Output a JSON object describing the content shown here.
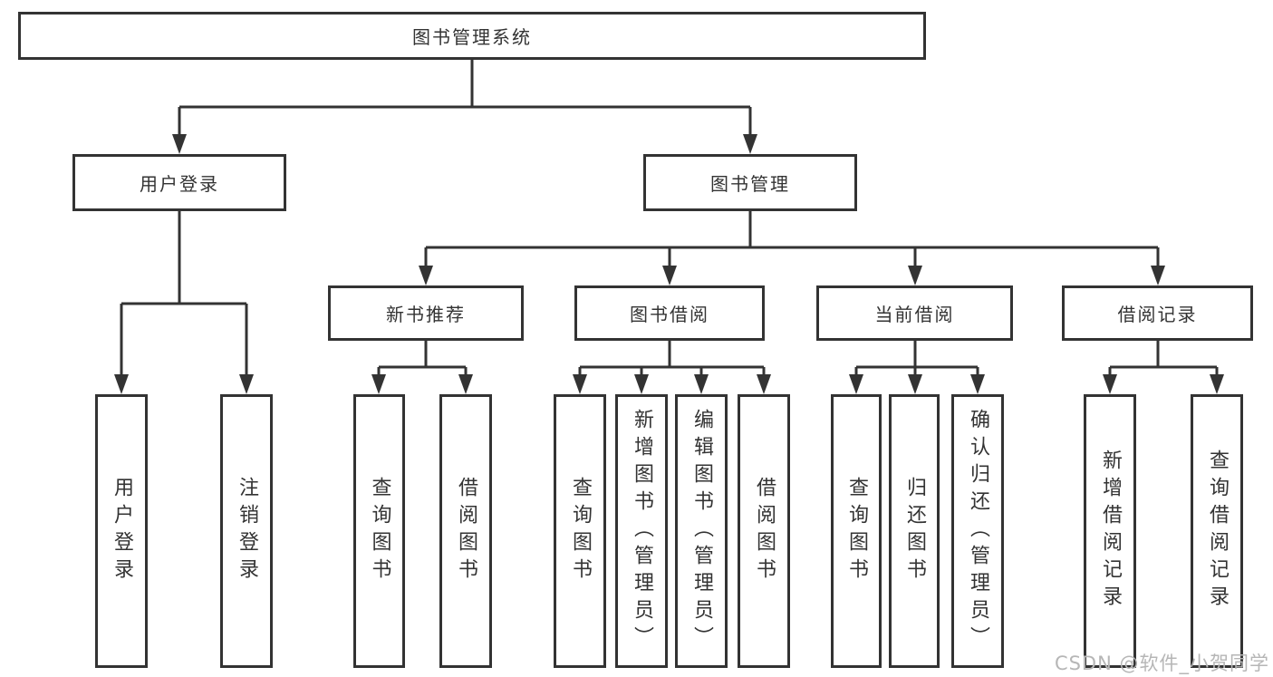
{
  "colors": {
    "line": "#333333",
    "text": "#333333",
    "watermark": "#b6b6b6",
    "background": "#ffffff"
  },
  "root": {
    "label": "图书管理系统"
  },
  "level2": [
    {
      "label": "用户登录"
    },
    {
      "label": "图书管理"
    }
  ],
  "level3": [
    {
      "label": "新书推荐"
    },
    {
      "label": "图书借阅"
    },
    {
      "label": "当前借阅"
    },
    {
      "label": "借阅记录"
    }
  ],
  "leaves": {
    "user_login": [
      {
        "label": "用户登录"
      },
      {
        "label": "注销登录"
      }
    ],
    "new_book_recommend": [
      {
        "label": "查询图书"
      },
      {
        "label": "借阅图书"
      }
    ],
    "book_borrow": [
      {
        "label": "查询图书"
      },
      {
        "label": "新增图书（管理员）"
      },
      {
        "label": "编辑图书（管理员）"
      },
      {
        "label": "借阅图书"
      }
    ],
    "current_borrow": [
      {
        "label": "查询图书"
      },
      {
        "label": "归还图书"
      },
      {
        "label": "确认归还（管理员）"
      }
    ],
    "borrow_records": [
      {
        "label": "新增借阅记录"
      },
      {
        "label": "查询借阅记录"
      }
    ]
  },
  "watermark": {
    "text": "CSDN @软件_小贺同学"
  }
}
